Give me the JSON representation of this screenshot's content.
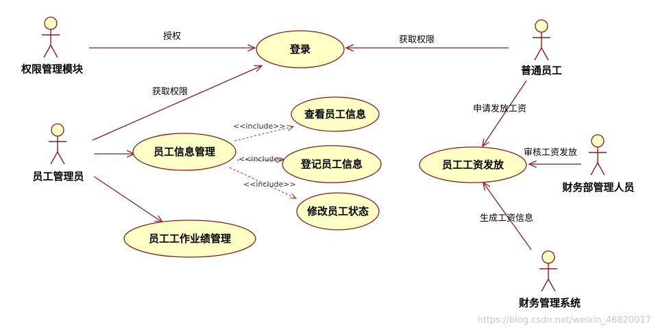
{
  "actors": {
    "permission_module": "权限管理模块",
    "regular_employee": "普通员工",
    "employee_admin": "员工管理员",
    "finance_manager": "财务部管理人员",
    "finance_system": "财务管理系统"
  },
  "use_cases": {
    "login": "登录",
    "view_employee_info": "查看员工信息",
    "employee_info_mgmt": "员工信息管理",
    "register_employee_info": "登记员工信息",
    "modify_employee_status": "修改员工状态",
    "performance_mgmt": "员工工作业绩管理",
    "salary_payment": "员工工资发放"
  },
  "edge_labels": {
    "authorize": "授权",
    "get_permission_1": "获取权限",
    "get_permission_2": "获取权限",
    "apply_salary": "申请发放工资",
    "review_salary": "审核工资发放",
    "generate_salary_info": "生成工资信息",
    "include_1": "<<include>>",
    "include_2": "<<include>>",
    "include_3": "<<include>>"
  },
  "watermark": "https://blog.csdn.net/weixin_46820017",
  "colors": {
    "usecase_fill": "#ffffc6",
    "line": "#8b1a1a"
  }
}
